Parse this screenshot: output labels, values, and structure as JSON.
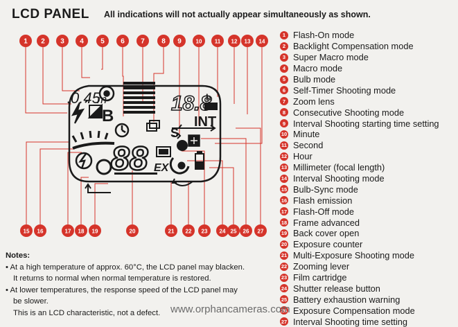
{
  "header": {
    "title": "LCD PANEL",
    "subtitle": "All indications will not actually appear simultaneously as shown."
  },
  "lcd": {
    "distance": "0.45",
    "distance_unit": "m",
    "counter": "88",
    "time_digits": "18.8",
    "hour_unit": "h",
    "time_mode": "S",
    "int_label": "INT",
    "ex_label": "EX",
    "b_label": "B"
  },
  "callouts": [
    "1",
    "2",
    "3",
    "4",
    "5",
    "6",
    "7",
    "8",
    "9",
    "10",
    "11",
    "12",
    "13",
    "14",
    "15",
    "16",
    "17",
    "18",
    "19",
    "20",
    "21",
    "22",
    "23",
    "24",
    "25",
    "26",
    "27"
  ],
  "legend": [
    {
      "num": "1",
      "label": "Flash-On mode"
    },
    {
      "num": "2",
      "label": "Backlight Compensation mode"
    },
    {
      "num": "3",
      "label": "Super Macro mode"
    },
    {
      "num": "4",
      "label": "Macro mode"
    },
    {
      "num": "5",
      "label": "Bulb mode"
    },
    {
      "num": "6",
      "label": "Self-Timer Shooting mode"
    },
    {
      "num": "7",
      "label": "Zoom lens"
    },
    {
      "num": "8",
      "label": "Consecutive Shooting mode"
    },
    {
      "num": "9",
      "label": "Interval Shooting starting time setting"
    },
    {
      "num": "10",
      "label": "Minute"
    },
    {
      "num": "11",
      "label": "Second"
    },
    {
      "num": "12",
      "label": "Hour"
    },
    {
      "num": "13",
      "label": "Millimeter (focal length)"
    },
    {
      "num": "14",
      "label": "Interval Shooting mode"
    },
    {
      "num": "15",
      "label": "Bulb-Sync mode"
    },
    {
      "num": "16",
      "label": "Flash emission"
    },
    {
      "num": "17",
      "label": "Flash-Off mode"
    },
    {
      "num": "18",
      "label": "Frame advanced"
    },
    {
      "num": "19",
      "label": "Back cover open"
    },
    {
      "num": "20",
      "label": "Exposure counter"
    },
    {
      "num": "21",
      "label": "Multi-Exposure Shooting mode"
    },
    {
      "num": "22",
      "label": "Zooming lever"
    },
    {
      "num": "23",
      "label": "Film cartridge"
    },
    {
      "num": "24",
      "label": "Shutter release button"
    },
    {
      "num": "25",
      "label": "Battery exhaustion warning"
    },
    {
      "num": "26",
      "label": "Exposure Compensation mode"
    },
    {
      "num": "27",
      "label": "Interval Shooting time setting"
    }
  ],
  "notes": {
    "title": "Notes:",
    "note1_a": "At a high temperature of approx. 60°C, the LCD panel may blacken.",
    "note1_b": "It returns to normal when normal temperature is restored.",
    "note2_a": "At lower temperatures, the response speed of the LCD panel may",
    "note2_b": "be slower.",
    "note3": "This is an LCD characteristic, not a defect."
  },
  "watermark": "www.orphancameras.com",
  "colors": {
    "callout": "#d5342a",
    "ink": "#1a1a1a",
    "background": "#f2f1ee"
  }
}
